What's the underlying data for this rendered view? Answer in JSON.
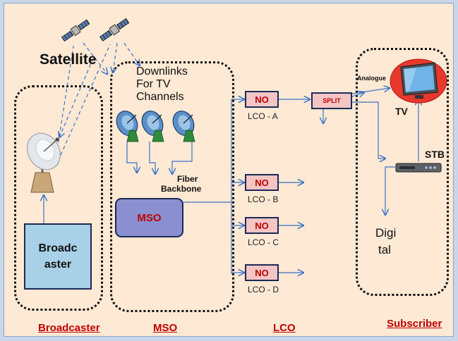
{
  "colors": {
    "background": "#fde9d4",
    "section_label": "#c00000",
    "box_fill": "#f3c5c5",
    "box_border": "#1b2a55",
    "mso_fill": "#8a8fd0",
    "broadcaster_fill": "#a8d0e6",
    "arrow": "#3a72c8"
  },
  "icons": [
    "satellite-icon",
    "dish-antenna-icon",
    "tv-icon",
    "stb-icon"
  ],
  "labels": {
    "satellite": "Satellite",
    "downlinks": [
      "Downlinks",
      "For TV",
      "Channels"
    ],
    "fiber": [
      "Fiber",
      "Backbone"
    ],
    "analogue": "Analogue",
    "tv": "TV",
    "stb": "STB",
    "digital": [
      "Digi",
      "tal"
    ]
  },
  "boxes": {
    "mso": "MSO",
    "broadcaster": [
      "Broadc",
      "aster"
    ],
    "split": "SPLIT",
    "no": "NO"
  },
  "lcos": [
    {
      "box": "NO",
      "label": "LCO - A"
    },
    {
      "box": "NO",
      "label": "LCO - B"
    },
    {
      "box": "NO",
      "label": "LCO - C"
    },
    {
      "box": "NO",
      "label": "LCO - D"
    }
  ],
  "sections": {
    "broadcaster": "Broadcaster",
    "mso": "MSO",
    "lco": "LCO",
    "subscriber": "Subscriber"
  }
}
